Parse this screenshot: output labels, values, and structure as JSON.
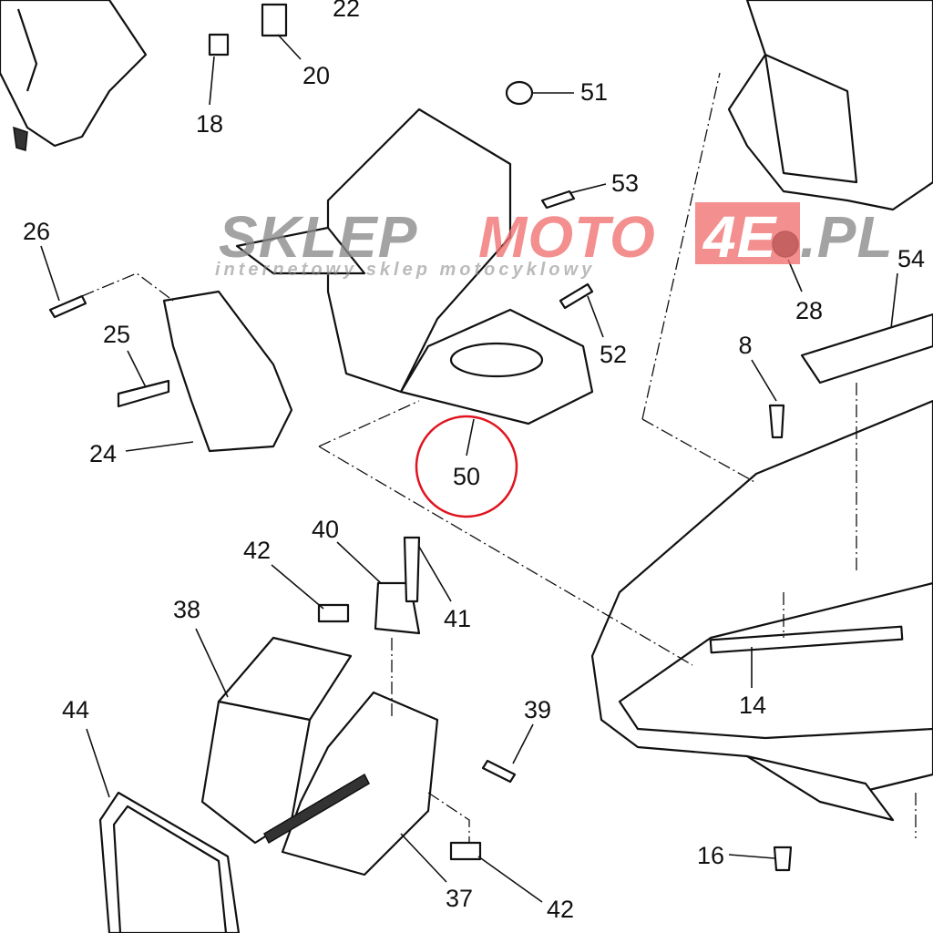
{
  "diagram": {
    "labels": {
      "p22": "22",
      "p20": "20",
      "p18": "18",
      "p51": "51",
      "p53": "53",
      "p26": "26",
      "p25": "25",
      "p52": "52",
      "p28": "28",
      "p54": "54",
      "p8": "8",
      "p24": "24",
      "p50": "50",
      "p40": "40",
      "p42a": "42",
      "p41": "41",
      "p38": "38",
      "p39": "39",
      "p14": "14",
      "p44": "44",
      "p16": "16",
      "p37": "37",
      "p42b": "42"
    },
    "highlighted_part": "50",
    "highlight_color": "#e0141e"
  },
  "watermark": {
    "brand_left": "SKLEP",
    "brand_mid": "MOTO",
    "brand_box": "4E",
    "brand_right": ".PL",
    "tagline": "internetowy sklep motocyklowy",
    "gray": "#8a8a8a",
    "red": "#f07070"
  }
}
